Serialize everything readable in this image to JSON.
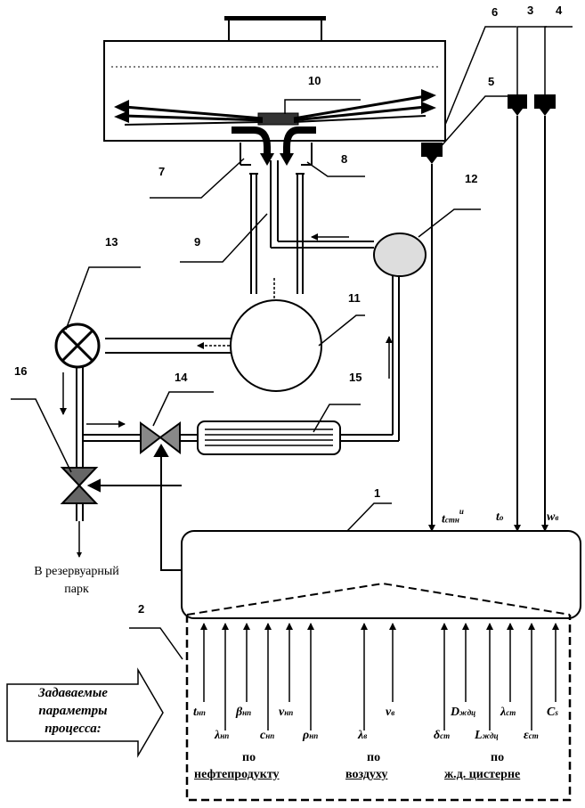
{
  "components": [
    {
      "num": "1"
    },
    {
      "num": "2"
    },
    {
      "num": "3"
    },
    {
      "num": "4"
    },
    {
      "num": "5"
    },
    {
      "num": "6"
    },
    {
      "num": "7"
    },
    {
      "num": "8"
    },
    {
      "num": "9"
    },
    {
      "num": "10"
    },
    {
      "num": "11"
    },
    {
      "num": "12"
    },
    {
      "num": "13"
    },
    {
      "num": "14"
    },
    {
      "num": "15"
    },
    {
      "num": "16"
    }
  ],
  "outputs": [
    {
      "main": "t",
      "sub": "стн",
      "sup": "и"
    },
    {
      "main": "t",
      "sub": "o",
      "sup": ""
    },
    {
      "main": "w",
      "sub": "в",
      "sup": ""
    }
  ],
  "outlet_label_line1": "В резервуарный",
  "outlet_label_line2": "парк",
  "params_box": [
    "Задаваемые",
    "параметры",
    "процесса:"
  ],
  "inputs_top": [
    {
      "main": "t",
      "sub": "нп"
    },
    {
      "main": "β",
      "sub": "нп"
    },
    {
      "main": "ν",
      "sub": "нп"
    },
    {
      "main": "ν",
      "sub": "в"
    },
    {
      "main": "D",
      "sub": "ждц"
    },
    {
      "main": "λ",
      "sub": "ст"
    },
    {
      "main": "C",
      "sub": "s"
    }
  ],
  "inputs_bottom": [
    {
      "main": "λ",
      "sub": "нп"
    },
    {
      "main": "c",
      "sub": "нп"
    },
    {
      "main": "ρ",
      "sub": "нп"
    },
    {
      "main": "λ",
      "sub": "в"
    },
    {
      "main": "δ",
      "sub": "ст"
    },
    {
      "main": "L",
      "sub": "ждц"
    },
    {
      "main": "ε",
      "sub": "ст"
    }
  ],
  "groups": [
    {
      "po": "по",
      "name": "нефтепродукту"
    },
    {
      "po": "по",
      "name": "воздуху"
    },
    {
      "po": "по",
      "name": "ж.д. цистерне"
    }
  ]
}
